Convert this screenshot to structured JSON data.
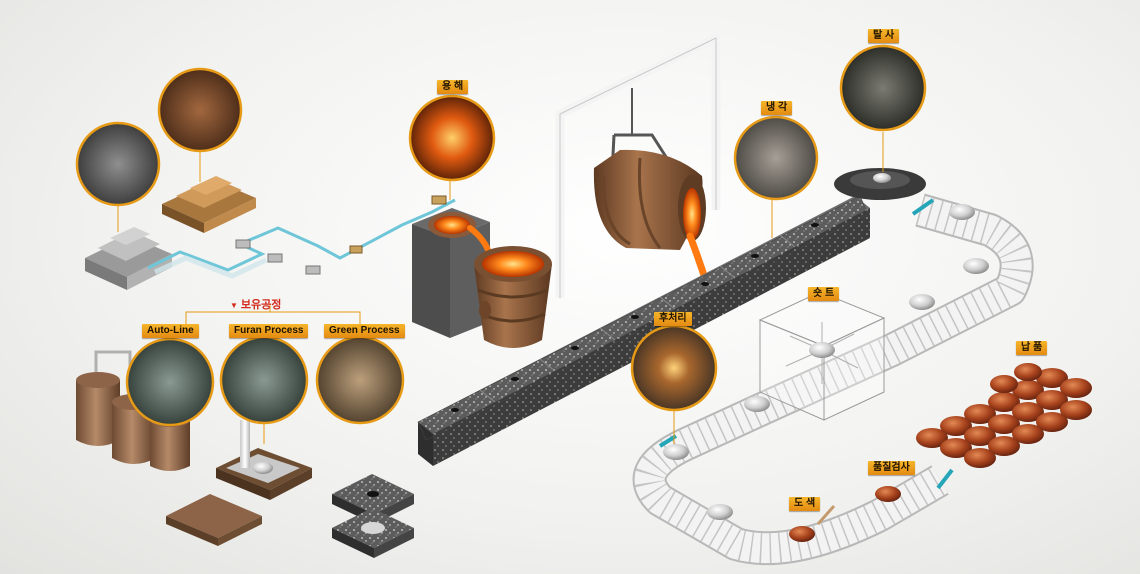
{
  "processes": {
    "melting": "용 해",
    "cooling": "냉 각",
    "shakeout": "탈 사",
    "post_processing": "후처리",
    "shot": "숏 트",
    "delivery": "납 품",
    "painting": "도 색",
    "inspection": "품질검사"
  },
  "owned_processes": {
    "title": "보유공정",
    "marker": "▼",
    "items": [
      "Auto-Line",
      "Furan Process",
      "Green Process"
    ]
  },
  "colors": {
    "label_bg": "#f0a01e",
    "title_red": "#d22a1e",
    "molten": "#ff6a00",
    "bronze": "#8b5e3c"
  }
}
